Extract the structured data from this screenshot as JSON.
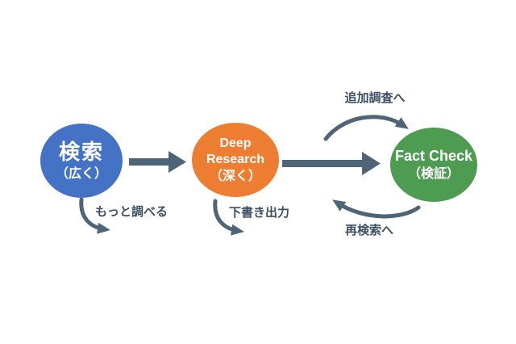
{
  "diagram": {
    "background_color": "#FFFFFF",
    "arrow_color": "#4E6577",
    "label_color": "#3C4F63",
    "nodes": [
      {
        "id": "search",
        "title": "検索",
        "subtitle": "（広く）",
        "color": "#4472C4"
      },
      {
        "id": "deep-research",
        "title": "Deep Research",
        "subtitle": "（深く）",
        "color": "#ED7D31"
      },
      {
        "id": "fact-check",
        "title": "Fact Check",
        "subtitle": "（検証）",
        "color": "#4E9B52"
      }
    ],
    "edges": {
      "search_to_deep_research": {
        "type": "block-arrow",
        "label": ""
      },
      "deep_research_to_fact_check": {
        "type": "block-arrow",
        "label": ""
      },
      "additional_research": {
        "type": "curved-arrow",
        "label": "追加調査へ"
      },
      "re_search": {
        "type": "curved-arrow",
        "label": "再検索へ"
      },
      "more_investigate": {
        "type": "curved-arrow",
        "label": "もっと調べる"
      },
      "draft_output": {
        "type": "curved-arrow",
        "label": "下書き出力"
      }
    }
  }
}
